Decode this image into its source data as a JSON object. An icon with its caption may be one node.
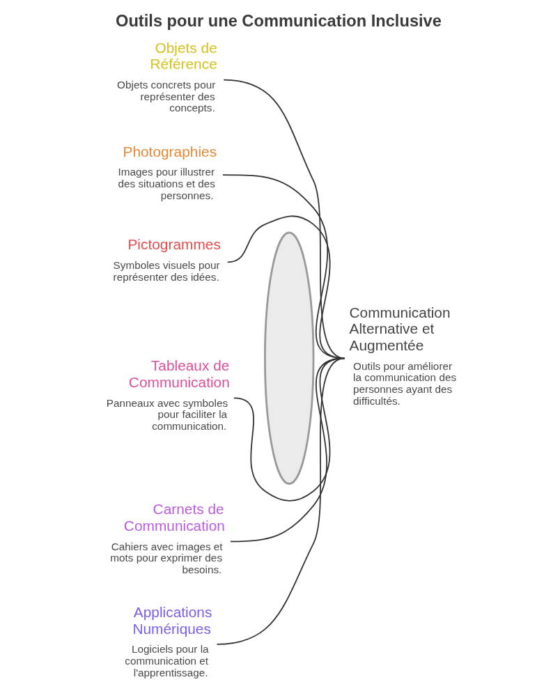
{
  "diagram": {
    "title": "Outils pour une Communication Inclusive",
    "nodes": [
      {
        "text": [
          "Objets de Référence",
          "Objets concrets pour représenter des concepts."
        ]
      },
      {
        "text": [
          "Photographies",
          "Images pour illustrer des situations et des personnes."
        ]
      },
      {
        "text": [
          "Pictogrammes",
          "Symboles visuels pour représenter des idées."
        ]
      },
      {
        "text": [
          "Tableaux de Communication",
          "Panneaux avec symboles pour faciliter la communication."
        ]
      },
      {
        "text": [
          "Carnets de Communication",
          "Cahiers avec images et mots pour exprimer des besoins."
        ]
      },
      {
        "text": [
          "Applications Numériques",
          "Logiciels pour la communication et l'apprentissage."
        ]
      },
      {
        "text": [],
        "shape": "ellipse"
      },
      {
        "text": [
          "Communication Alternative et Augmentée",
          "Outils pour améliorer la communication des personnes ayant des difficultés."
        ]
      }
    ],
    "edges": [
      {
        "from": 0,
        "to": 7,
        "arrow": "none"
      },
      {
        "from": 1,
        "to": 7,
        "arrow": "none"
      },
      {
        "from": 2,
        "to": 7,
        "arrow": "none"
      },
      {
        "from": 3,
        "to": 7,
        "arrow": "none"
      },
      {
        "from": 4,
        "to": 7,
        "arrow": "none"
      },
      {
        "from": 5,
        "to": 7,
        "arrow": "none"
      }
    ]
  }
}
